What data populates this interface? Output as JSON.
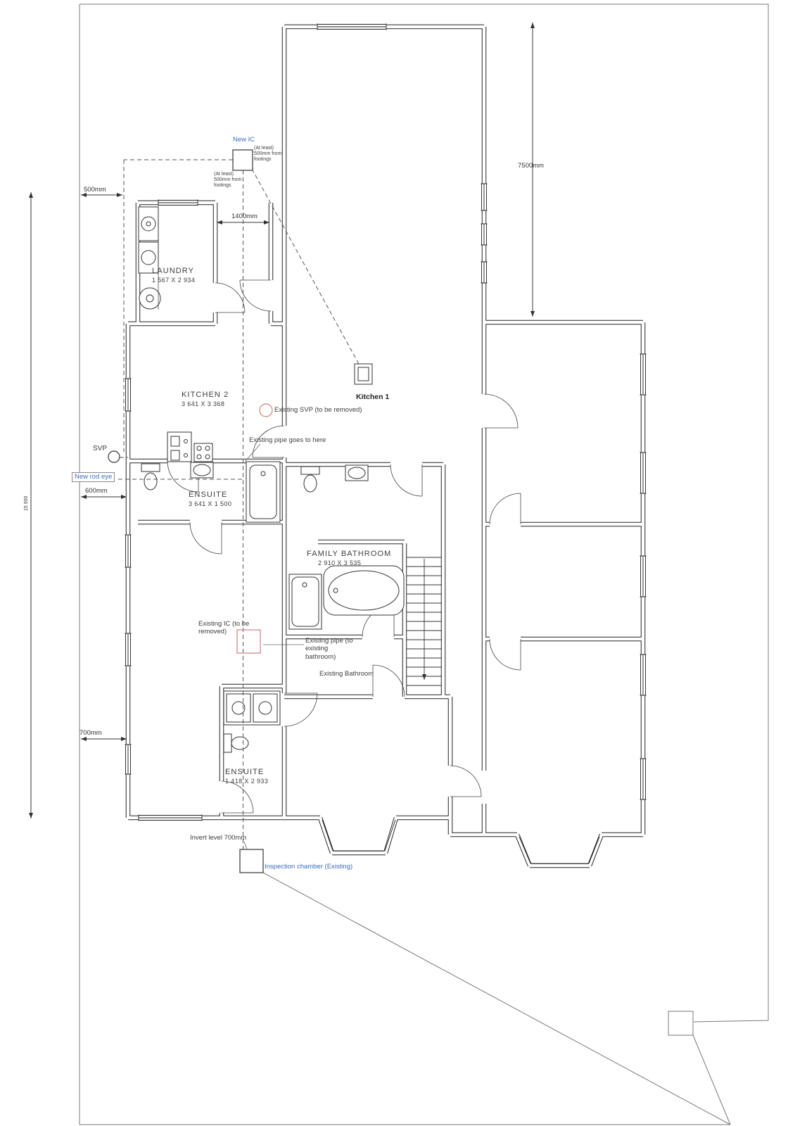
{
  "colors": {
    "accent_blue": "#3a6dc0",
    "marker_red": "#d08080",
    "svp_red": "#c08968",
    "wall": "#222222"
  },
  "rooms": {
    "laundry": {
      "name": "LAUNDRY",
      "size": "1 567 X 2 934"
    },
    "kitchen2": {
      "name": "KITCHEN 2",
      "size": "3 641 X 3 368"
    },
    "kitchen1": {
      "name": "Kitchen 1"
    },
    "ensuite1": {
      "name": "ENSUITE",
      "size": "3 641 X 1 500"
    },
    "family_bathroom": {
      "name": "FAMILY BATHROOM",
      "size": "2 910 X 3 535"
    },
    "ensuite2": {
      "name": "ENSUITE",
      "size": "1 418 X 2 933"
    }
  },
  "annotations": {
    "new_ic": "New IC",
    "footings_note_right": "(At least)\n500mm from\nfootings",
    "footings_note_left": "(At least)\n500mm from\nfootings",
    "existing_svp": "Existing SVP (to be removed)",
    "existing_pipe_here": "Existing pipe goes to here",
    "svp": "SVP",
    "new_rod_eye": "New rod eye",
    "existing_ic": "Existing IC (to be\nremoved)",
    "existing_pipe_to": "Existing pipe (to\nexisting\nbathroom)",
    "existing_bathroom": "Existing Bathroom",
    "invert_level": "Invert level 700mm",
    "inspection_chamber": "Inspection chamber (Existing)"
  },
  "dimensions": {
    "d500": "500mm",
    "d1400": "1400mm",
    "d7500": "7500mm",
    "d600": "600mm",
    "d700": "700mm",
    "overall_left": "15 900"
  }
}
